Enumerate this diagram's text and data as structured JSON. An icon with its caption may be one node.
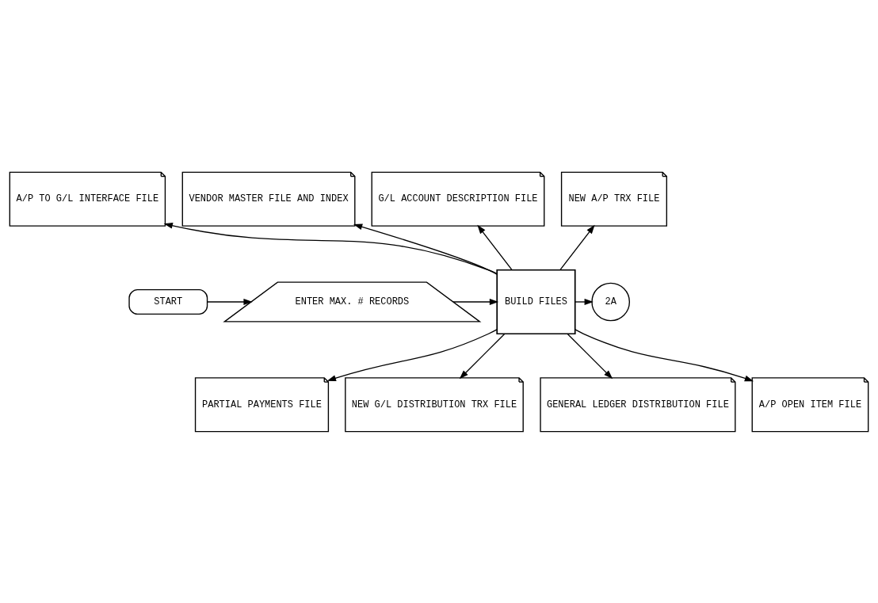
{
  "diagram": {
    "nodes": [
      {
        "text": [
          "A/P TO G/L INTERFACE FILE"
        ]
      },
      {
        "text": [
          "VENDOR MASTER FILE AND INDEX"
        ]
      },
      {
        "text": [
          "G/L ACCOUNT DESCRIPTION FILE"
        ]
      },
      {
        "text": [
          "NEW A/P TRX FILE"
        ]
      },
      {
        "text": [
          "START"
        ]
      },
      {
        "text": [
          "ENTER MAX. # RECORDS"
        ]
      },
      {
        "text": [
          "BUILD FILES"
        ]
      },
      {
        "text": [
          "2A"
        ]
      },
      {
        "text": [
          "PARTIAL PAYMENTS FILE"
        ]
      },
      {
        "text": [
          "NEW G/L DISTRIBUTION TRX FILE"
        ]
      },
      {
        "text": [
          "GENERAL LEDGER DISTRIBUTION FILE"
        ]
      },
      {
        "text": [
          "A/P OPEN ITEM FILE"
        ]
      }
    ],
    "edges": [
      {
        "from": 4,
        "to": 5,
        "arrow": "to"
      },
      {
        "from": 5,
        "to": 6,
        "arrow": "to"
      },
      {
        "from": 6,
        "to": 7,
        "arrow": "to"
      },
      {
        "from": 6,
        "to": 0,
        "arrow": "to"
      },
      {
        "from": 6,
        "to": 1,
        "arrow": "to"
      },
      {
        "from": 6,
        "to": 2,
        "arrow": "to"
      },
      {
        "from": 6,
        "to": 3,
        "arrow": "to"
      },
      {
        "from": 6,
        "to": 8,
        "arrow": "to"
      },
      {
        "from": 6,
        "to": 9,
        "arrow": "to"
      },
      {
        "from": 6,
        "to": 10,
        "arrow": "to"
      },
      {
        "from": 6,
        "to": 11,
        "arrow": "to"
      }
    ]
  }
}
